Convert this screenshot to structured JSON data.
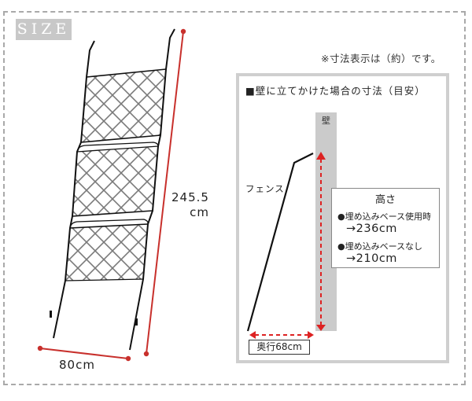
{
  "badge": {
    "label": "SIZE"
  },
  "note": "※寸法表示は（約）です。",
  "product_diagram": {
    "height_label": "245.5",
    "height_unit": "cm",
    "width_label": "80cm"
  },
  "lean_panel": {
    "title": "■壁に立てかけた場合の寸法（目安）",
    "wall_label": "壁",
    "fence_label": "フェンス",
    "height_box": {
      "title": "高さ",
      "items": [
        {
          "label": "●埋め込みベース使用時",
          "value": "→236cm"
        },
        {
          "label": "●埋め込みベースなし",
          "value": "→210cm"
        }
      ]
    },
    "depth_label": "奥行68cm"
  },
  "colors": {
    "dimension_red": "#c8302c",
    "badge_gray": "#c8c8c8",
    "wall_gray": "#cbcbcb",
    "frame_dash": "#a9a9a9"
  }
}
